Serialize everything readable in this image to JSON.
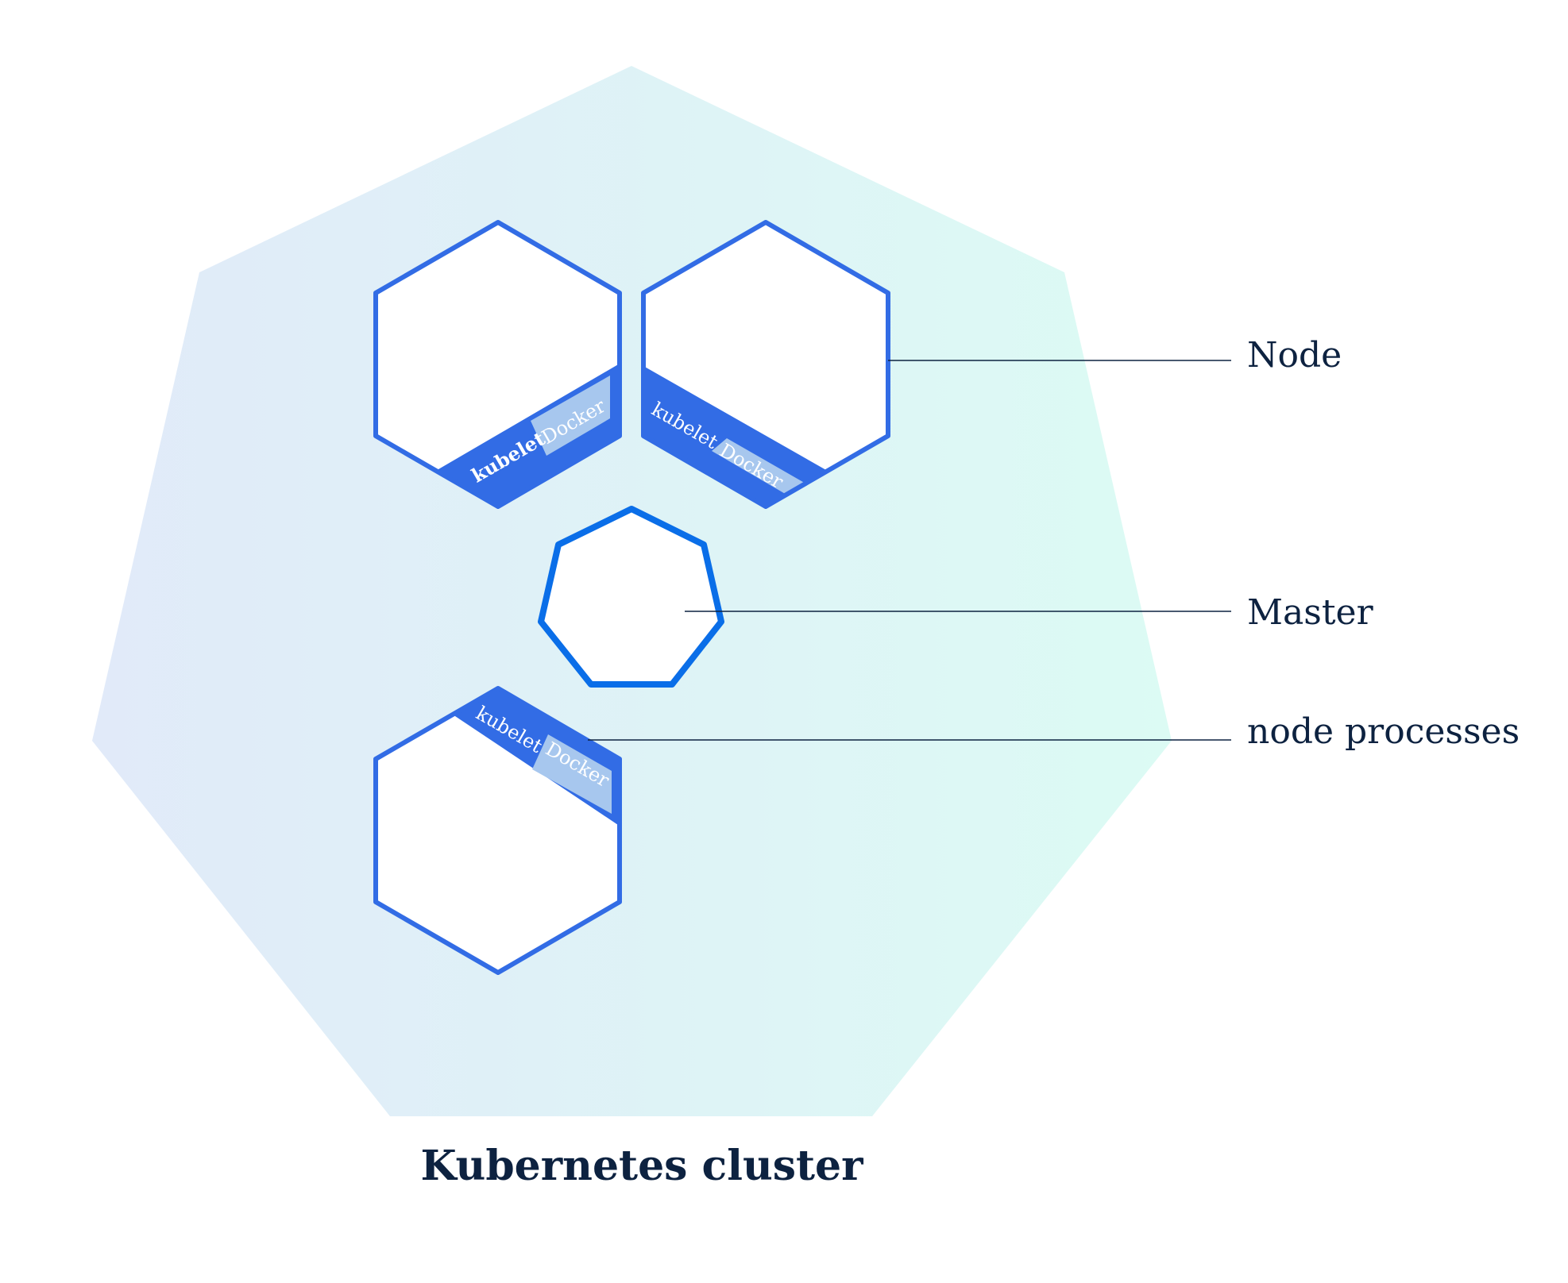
{
  "diagram": {
    "caption": "Kubernetes cluster",
    "legend": {
      "node": "Node",
      "master": "Master",
      "node_processes": "node processes"
    },
    "nodes": [
      {
        "process_1": "kubelet",
        "process_2": "Docker"
      },
      {
        "process_1": "kubelet",
        "process_2": "Docker"
      },
      {
        "process_1": "kubelet",
        "process_2": "Docker"
      }
    ],
    "colors": {
      "cluster_gradient_start": "#e1eaf9",
      "cluster_gradient_end": "#dcfbf4",
      "node_stroke": "#326ce5",
      "master_stroke": "#0a6ee8",
      "process_band": "#326ce5",
      "docker_box": "#a7c7ee",
      "text": "#0d2240",
      "leader_line": "#0d2240"
    }
  }
}
